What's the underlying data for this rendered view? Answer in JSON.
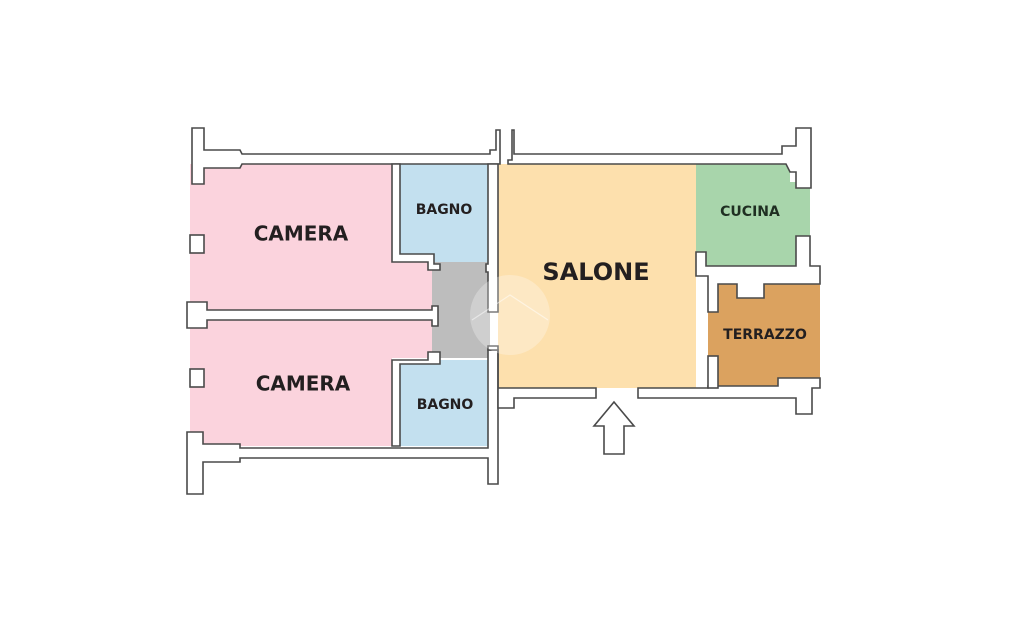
{
  "floorplan": {
    "rooms": [
      {
        "id": "camera-1",
        "label": "CAMERA",
        "color": "#fbd3dd"
      },
      {
        "id": "camera-2",
        "label": "CAMERA",
        "color": "#fbd3dd"
      },
      {
        "id": "bagno-1",
        "label": "BAGNO",
        "color": "#c3e0ef"
      },
      {
        "id": "bagno-2",
        "label": "BAGNO",
        "color": "#c3e0ef"
      },
      {
        "id": "disimpegno",
        "label": "",
        "color": "#bdbdbd"
      },
      {
        "id": "salone",
        "label": "SALONE",
        "color": "#fde0ad"
      },
      {
        "id": "cucina",
        "label": "CUCINA",
        "color": "#a8d5ab"
      },
      {
        "id": "terrazzo",
        "label": "TERRAZZO",
        "color": "#dba25f"
      }
    ],
    "entrance": {
      "icon": "entrance-arrow-icon",
      "direction": "up"
    },
    "wall_color": "#4a4a4a"
  }
}
